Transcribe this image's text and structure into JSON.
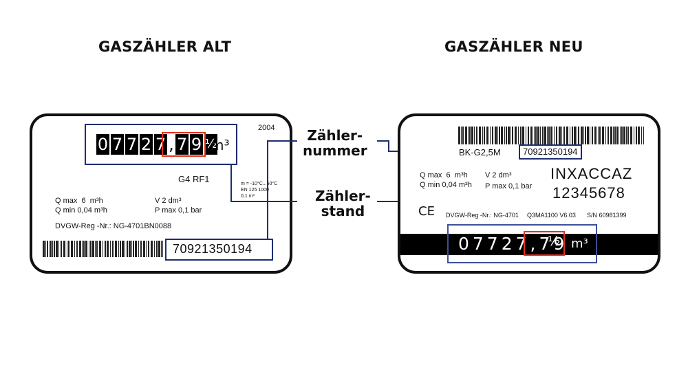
{
  "headings": {
    "old": "GASZÄHLER ALT",
    "new": "GASZÄHLER NEU"
  },
  "labels": {
    "meter_number_line1": "Zähler-",
    "meter_number_line2": "nummer",
    "meter_reading_line1": "Zähler-",
    "meter_reading_line2": "stand"
  },
  "old_meter": {
    "year": "2004",
    "digits": [
      "0",
      "7",
      "7",
      "2",
      "7",
      ",",
      "7",
      "9"
    ],
    "last_digit": "½",
    "unit": "m³",
    "model": "G4 RF1",
    "temp_line1": "m = -10°C...50°C",
    "temp_line2": "EN 125 1000",
    "temp_line3": "0,1 m³",
    "qmax_label": "Q max",
    "qmax_value": "6",
    "qmax_unit": "m³h",
    "qmin_label": "Q min",
    "qmin_value": "0,04",
    "qmin_unit": "m³h",
    "v_label": "V 2 dm³",
    "pmax_label": "P max",
    "pmax_value": "0,1",
    "pmax_unit": "bar",
    "dvgw": "DVGW-Reg -Nr.: NG-4701BN0088",
    "serial": "70921350194"
  },
  "new_meter": {
    "model": "BK-G2,5M",
    "serial": "70921350194",
    "brand": "INXACCAZ",
    "number": "12345678",
    "qmax_label": "Q max",
    "qmax_value": "6",
    "qmax_unit": "m³h",
    "qmin_label": "Q min",
    "qmin_value": "0,04",
    "qmin_unit": "m³h",
    "v_label": "V 2 dm³",
    "pmax_label": "P max",
    "pmax_value": "0,1",
    "pmax_unit": "bar",
    "ce": "CE",
    "dvgw": "DVGW-Reg -Nr.: NG-4701",
    "code": "Q3MA1100 V6.03",
    "sn": "S/N 60981399",
    "reading": "07727,79",
    "last_digit": "½",
    "unit": "m³"
  },
  "colors": {
    "frame": "#1e2d6e",
    "highlight": "#e0301e",
    "ink": "#111111"
  }
}
